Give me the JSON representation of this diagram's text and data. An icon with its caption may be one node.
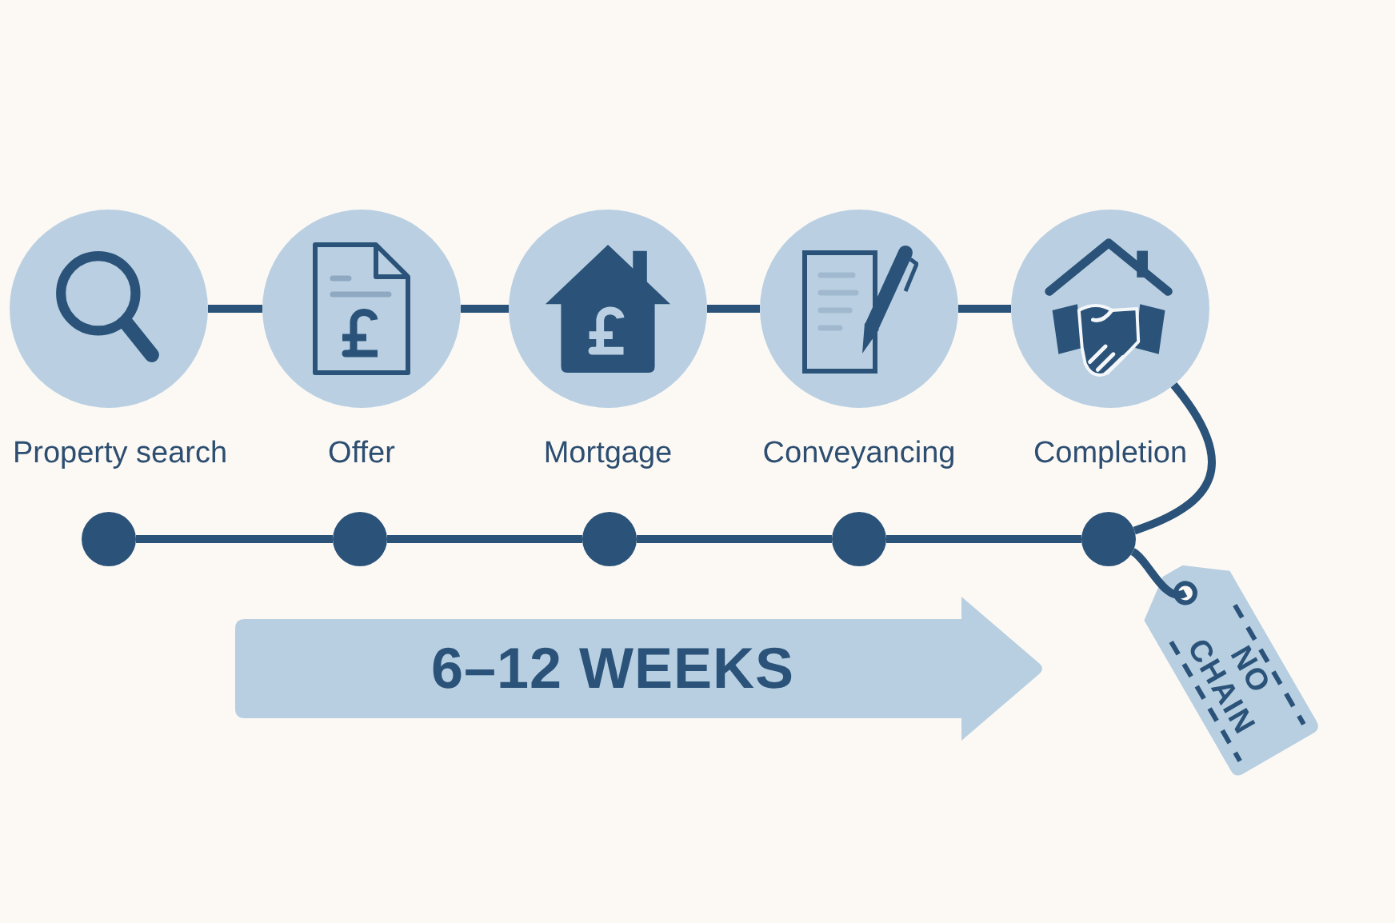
{
  "diagram": {
    "nodes": [
      {
        "text": [
          "Property search"
        ]
      },
      {
        "text": [
          "Offer"
        ]
      },
      {
        "text": [
          "Mortgage"
        ]
      },
      {
        "text": [
          "Conveyancing"
        ]
      },
      {
        "text": [
          "Completion"
        ]
      },
      {
        "text": [],
        "shape": "circle"
      },
      {
        "text": [],
        "shape": "circle"
      },
      {
        "text": [],
        "shape": "circle"
      },
      {
        "text": [],
        "shape": "circle"
      },
      {
        "text": [],
        "shape": "circle"
      },
      {
        "text": [
          "6–12 WEEKS"
        ]
      },
      {
        "text": [
          "NO CHAIN"
        ]
      }
    ],
    "edges": [
      {
        "from": 0,
        "to": 1,
        "arrow": "none"
      },
      {
        "from": 1,
        "to": 2,
        "arrow": "none"
      },
      {
        "from": 2,
        "to": 3,
        "arrow": "none"
      },
      {
        "from": 3,
        "to": 4,
        "arrow": "none"
      },
      {
        "from": 5,
        "to": 6,
        "arrow": "none"
      },
      {
        "from": 6,
        "to": 7,
        "arrow": "none"
      },
      {
        "from": 7,
        "to": 8,
        "arrow": "none"
      },
      {
        "from": 8,
        "to": 9,
        "arrow": "none"
      },
      {
        "from": 4,
        "to": 9,
        "arrow": "none"
      },
      {
        "from": 9,
        "to": 11,
        "arrow": "none"
      }
    ]
  }
}
